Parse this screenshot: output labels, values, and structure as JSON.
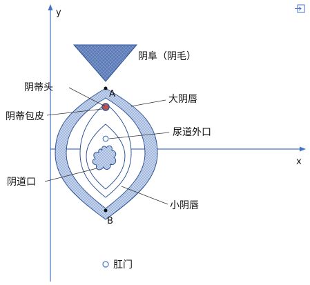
{
  "corner_icon": "export-icon",
  "axes": {
    "x": "x",
    "y": "y"
  },
  "points": {
    "a": "A",
    "b": "B"
  },
  "labels": {
    "mons": "阴阜（阴毛）",
    "clitoris_glans": "阴蒂头",
    "clitoral_hood": "阴蒂包皮",
    "labia_majora": "大阴唇",
    "urethral_opening": "尿道外口",
    "vaginal_opening": "阴道口",
    "labia_minora": "小阴唇",
    "anus": "肛门"
  },
  "colors": {
    "axis": "#4472c4",
    "fill": "#b4c7e7",
    "outline": "#2f5597",
    "clitoris_fill": "#c0504d"
  }
}
